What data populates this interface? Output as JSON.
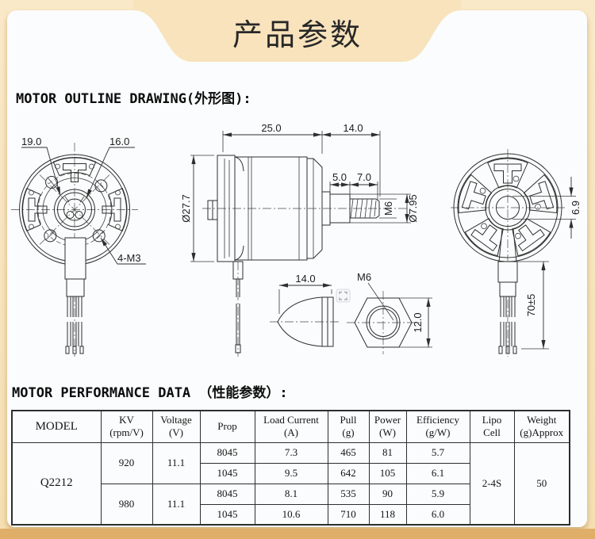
{
  "page": {
    "title": "产品参数"
  },
  "sections": {
    "outline_heading": "MOTOR OUTLINE DRAWING(外形图):",
    "performance_heading": "MOTOR PERFORMANCE DATA （性能参数）:"
  },
  "drawing": {
    "front": {
      "bolt_circle_outer": "19.0",
      "bolt_circle_inner": "16.0",
      "mount_holes": "4-M3"
    },
    "side": {
      "body_length": "25.0",
      "shaft_length": "14.0",
      "collar_length": "5.0",
      "thread_length": "7.0",
      "body_diameter": "Ø27.7",
      "shaft_thread": "M6",
      "collar_diameter": "Ø7.95"
    },
    "prop_nut": {
      "length": "14.0"
    },
    "hex_nut": {
      "thread": "M6",
      "height": "12.0"
    },
    "rear": {
      "shaft_hole": "6.9",
      "wire_length": "70±5"
    }
  },
  "table": {
    "headers": [
      "MODEL",
      "KV\n(rpm/V)",
      "Voltage\n(V)",
      "Prop",
      "Load Current\n(A)",
      "Pull\n(g)",
      "Power\n(W)",
      "Efficiency\n(g/W)",
      "Lipo\nCell",
      "Weight\n(g)Approx"
    ],
    "model": "Q2212",
    "lipo_cell": "2-4S",
    "weight": "50",
    "groups": [
      {
        "kv": "920",
        "voltage": "11.1",
        "rows": [
          {
            "prop": "8045",
            "load_current": "7.3",
            "pull": "465",
            "power": "81",
            "efficiency": "5.7"
          },
          {
            "prop": "1045",
            "load_current": "9.5",
            "pull": "642",
            "power": "105",
            "efficiency": "6.1"
          }
        ]
      },
      {
        "kv": "980",
        "voltage": "11.1",
        "rows": [
          {
            "prop": "8045",
            "load_current": "8.1",
            "pull": "535",
            "power": "90",
            "efficiency": "5.9"
          },
          {
            "prop": "1045",
            "load_current": "10.6",
            "pull": "710",
            "power": "118",
            "efficiency": "6.0"
          }
        ]
      }
    ]
  }
}
